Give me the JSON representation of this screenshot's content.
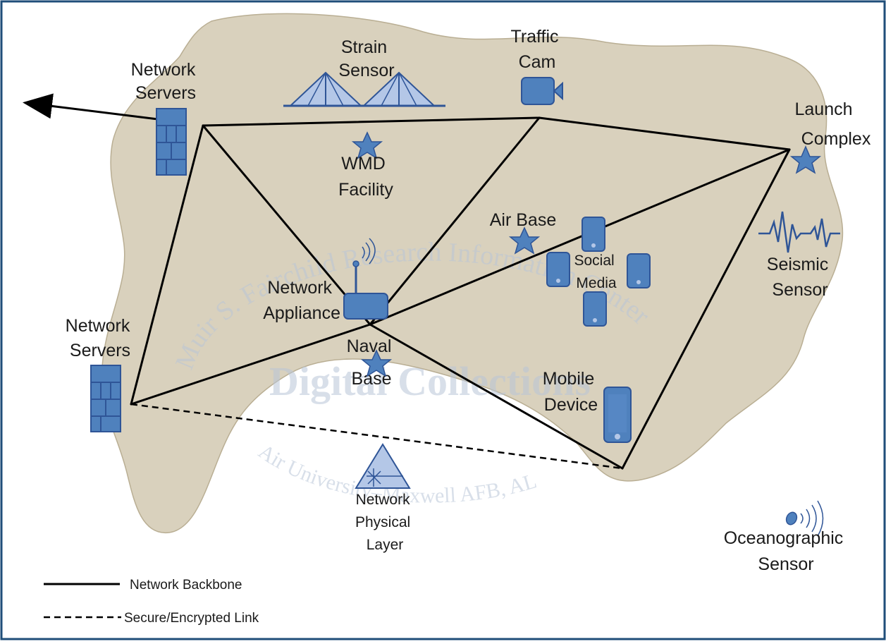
{
  "labels": {
    "network_servers_top": [
      "Network",
      "Servers"
    ],
    "network_servers_left": [
      "Network",
      "Servers"
    ],
    "strain_sensor": [
      "Strain",
      "Sensor"
    ],
    "traffic_cam": [
      "Traffic",
      "Cam"
    ],
    "launch_complex": [
      "Launch",
      "Complex"
    ],
    "wmd_facility": [
      "WMD",
      "Facility"
    ],
    "air_base": "Air Base",
    "social_media": [
      "Social",
      "Media"
    ],
    "seismic_sensor": [
      "Seismic",
      "Sensor"
    ],
    "network_appliance": [
      "Network",
      "Appliance"
    ],
    "naval_base": [
      "Naval",
      "Base"
    ],
    "mobile_device": [
      "Mobile",
      "Device"
    ],
    "network_physical_layer": [
      "Network",
      "Physical",
      "Layer"
    ],
    "oceanographic_sensor": [
      "Oceanographic",
      "Sensor"
    ]
  },
  "legend": {
    "backbone": "Network Backbone",
    "secure": "Secure/Encrypted Link"
  },
  "watermark": {
    "arc_top": "Muir S. Fairchild Research Information Center",
    "center": "Digital Collections",
    "arc_bottom": "Air University–Maxwell AFB, AL"
  },
  "colors": {
    "land": "#d9d1bd",
    "icon": "#4f81bd",
    "icon_outline": "#2f5597",
    "border": "#1f4e79"
  }
}
